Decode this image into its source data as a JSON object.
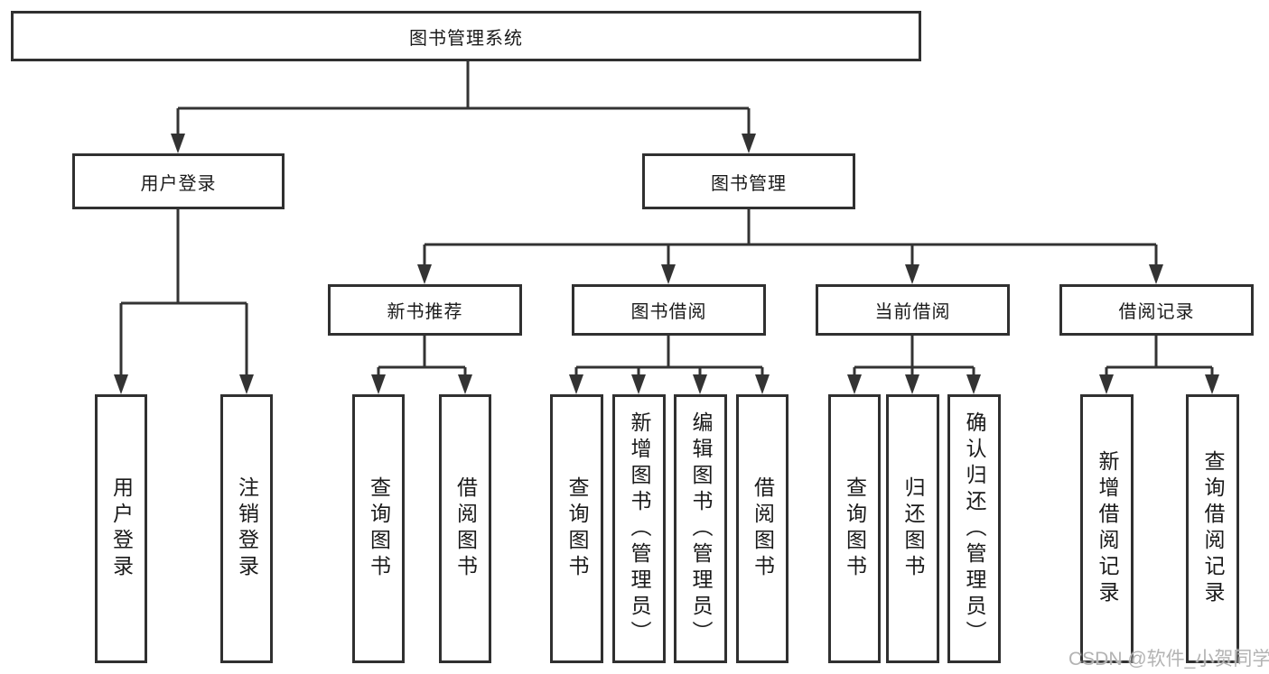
{
  "tree": {
    "root": {
      "label": "图书管理系统",
      "children": [
        {
          "label": "用户登录",
          "children": [
            {
              "label": "用户登录"
            },
            {
              "label": "注销登录"
            }
          ]
        },
        {
          "label": "图书管理",
          "children": [
            {
              "label": "新书推荐",
              "children": [
                {
                  "label": "查询图书"
                },
                {
                  "label": "借阅图书"
                }
              ]
            },
            {
              "label": "图书借阅",
              "children": [
                {
                  "label": "查询图书"
                },
                {
                  "label": "新增图书（管理员）"
                },
                {
                  "label": "编辑图书（管理员）"
                },
                {
                  "label": "借阅图书"
                }
              ]
            },
            {
              "label": "当前借阅",
              "children": [
                {
                  "label": "查询图书"
                },
                {
                  "label": "归还图书"
                },
                {
                  "label": "确认归还（管理员）"
                }
              ]
            },
            {
              "label": "借阅记录",
              "children": [
                {
                  "label": "新增借阅记录"
                },
                {
                  "label": "查询借阅记录"
                }
              ]
            }
          ]
        }
      ]
    }
  },
  "watermark": "CSDN @软件_小贺同学",
  "colors": {
    "line": "#333333",
    "border": "#303030",
    "text": "#1a1a1a",
    "watermark": "#b3b3b3",
    "background": "#ffffff"
  }
}
